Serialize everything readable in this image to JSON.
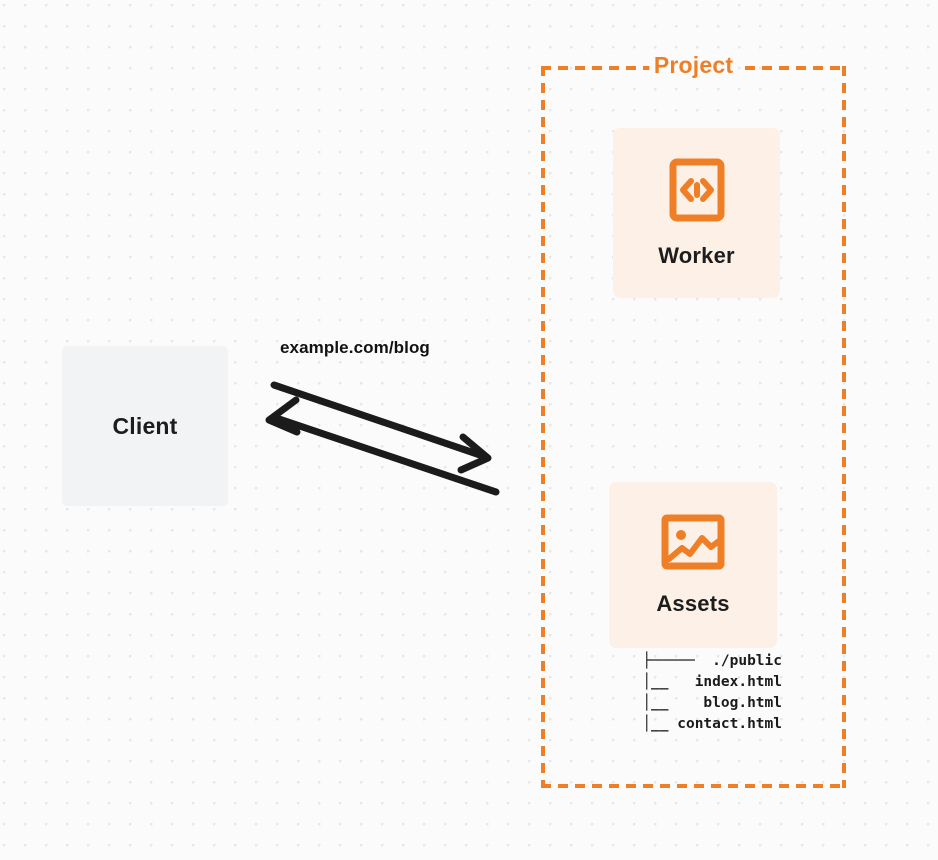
{
  "diagram": {
    "background": "#fbfbfb",
    "accent_color": "#ef7f27",
    "node_fill": "#fdf1e7",
    "client_fill": "#f2f3f5",
    "text_color": "#1d1d1d"
  },
  "client": {
    "label": "Client"
  },
  "connection": {
    "label": "example.com/blog",
    "request_direction": "right",
    "response_direction": "left"
  },
  "project": {
    "title": "Project",
    "nodes": [
      {
        "id": "worker",
        "label": "Worker",
        "icon": "code-brackets-icon"
      },
      {
        "id": "assets",
        "label": "Assets",
        "icon": "image-icon"
      }
    ],
    "assets_tree": [
      "├─────  ./public",
      "      │__   index.html",
      "      │__    blog.html",
      "      │__ contact.html"
    ]
  }
}
